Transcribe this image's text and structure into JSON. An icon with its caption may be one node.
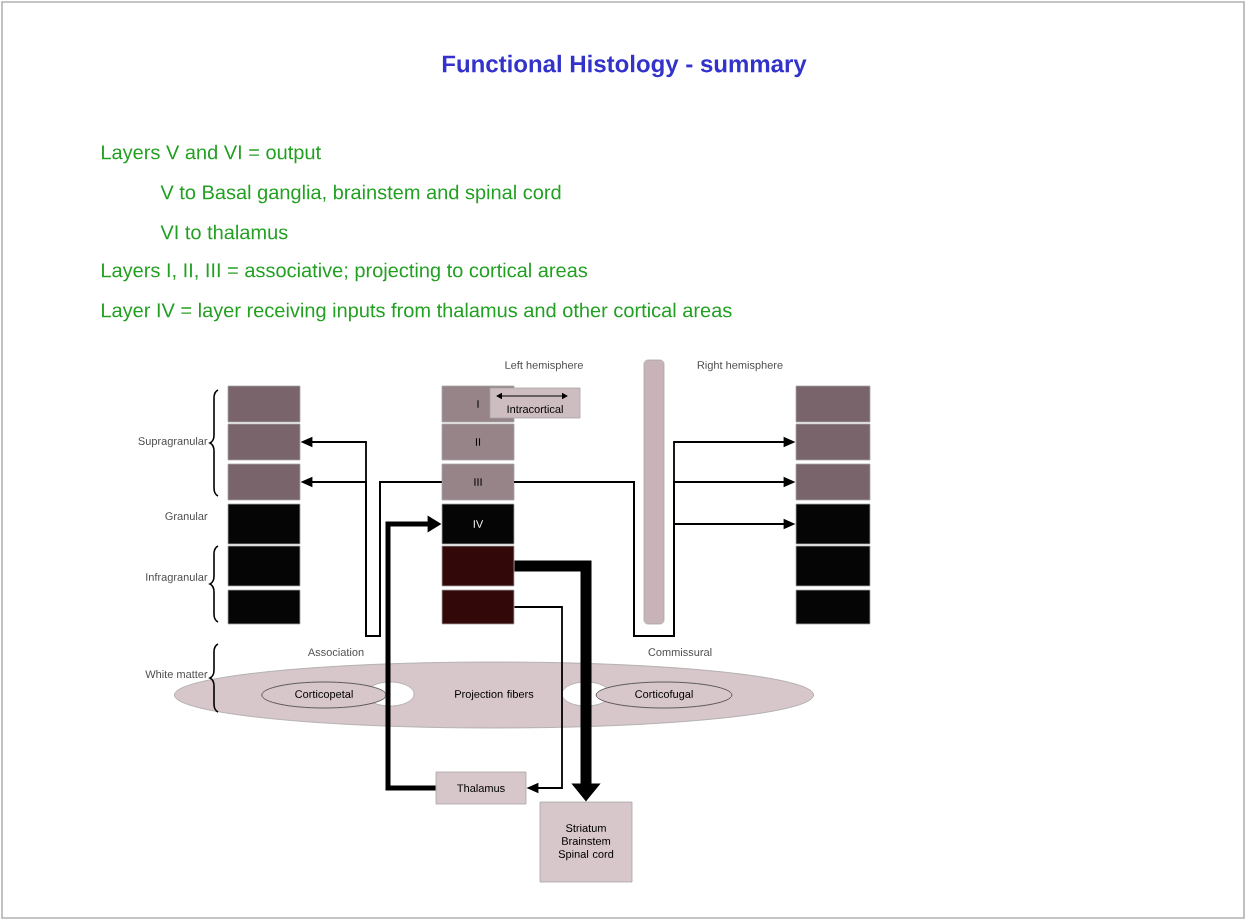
{
  "diagram": {
    "title": "Functional Histology - summary",
    "nodes": [
      {
        "text": [],
        "shape": "box"
      },
      {
        "text": [],
        "shape": "box"
      },
      {
        "text": [],
        "shape": "box"
      },
      {
        "text": [],
        "shape": "box"
      },
      {
        "text": [],
        "shape": "box"
      },
      {
        "text": [],
        "shape": "box"
      },
      {
        "text": [
          "I"
        ]
      },
      {
        "text": [
          "II"
        ]
      },
      {
        "text": [
          "III"
        ]
      },
      {
        "text": [
          "IV"
        ]
      },
      {
        "text": [],
        "shape": "box"
      },
      {
        "text": [],
        "shape": "box"
      },
      {
        "text": [
          "Intracortical"
        ]
      },
      {
        "text": [],
        "shape": "bar"
      },
      {
        "text": [],
        "shape": "box"
      },
      {
        "text": [],
        "shape": "box"
      },
      {
        "text": [],
        "shape": "box"
      },
      {
        "text": [],
        "shape": "box"
      },
      {
        "text": [],
        "shape": "box"
      },
      {
        "text": [],
        "shape": "box"
      },
      {
        "text": [
          "Projection fibers"
        ]
      },
      {
        "text": [
          "Corticopetal"
        ],
        "in": 20
      },
      {
        "text": [
          "Corticofugal"
        ],
        "in": 20
      },
      {
        "text": [
          "Thalamus"
        ]
      },
      {
        "text": [
          "Striatum Brainstem Spinal cord"
        ]
      }
    ],
    "edges": [
      {
        "from": 8,
        "to": 1,
        "arrow": "to"
      },
      {
        "from": 8,
        "to": 2,
        "arrow": "to"
      },
      {
        "from": 8,
        "to": 15,
        "arrow": "to"
      },
      {
        "from": 8,
        "to": 16,
        "arrow": "to"
      },
      {
        "from": 8,
        "to": 17,
        "arrow": "to"
      },
      {
        "from": 23,
        "to": 9,
        "arrow": "to",
        "style": "thick"
      },
      {
        "from": 10,
        "to": 24,
        "arrow": "to",
        "style": "thick"
      },
      {
        "from": 11,
        "to": 23,
        "arrow": "to"
      }
    ],
    "labels": [
      "Layers V and VI  = output",
      "V to Basal ganglia, brainstem and spinal cord",
      "VI to thalamus",
      "Layers I, II, III = associative;  projecting to cortical areas",
      "Layer IV = layer receiving inputs from thalamus and other cortical areas",
      "Left hemisphere",
      "Right hemisphere",
      "Supragranular",
      "Granular",
      "Infragranular",
      "Association",
      "Commissural",
      "White matter"
    ]
  }
}
